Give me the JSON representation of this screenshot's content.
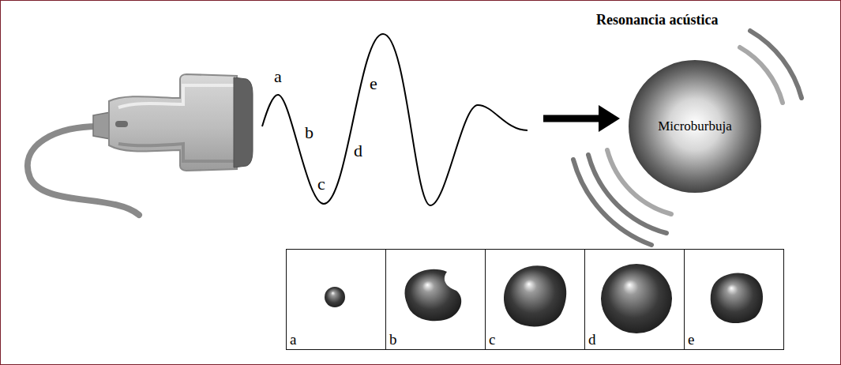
{
  "diagram": {
    "nodes": [
      {
        "text": [
          "Microburbuja"
        ]
      },
      {
        "text": [
          "a"
        ]
      },
      {
        "text": [
          "b"
        ]
      },
      {
        "text": [
          "c"
        ]
      },
      {
        "text": [
          "d"
        ]
      },
      {
        "text": [
          "e"
        ]
      }
    ],
    "labels": [
      "Resonancia acústica",
      "a",
      "b",
      "c",
      "d",
      "e"
    ]
  }
}
